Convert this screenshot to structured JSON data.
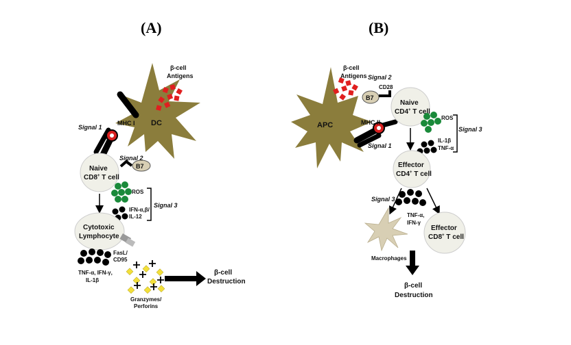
{
  "panel_a": {
    "title": "(A)",
    "dc_label": "DC",
    "antigens_line1": "β-cell",
    "antigens_line2": "Antigens",
    "signal1": "Signal 1",
    "mhc": "MHC I",
    "signal2": "Signal 2",
    "b7": "B7",
    "naive_line1": "Naive",
    "naive_line2": "CD8",
    "naive_line2_sup": "+",
    "naive_line2_tail": " T cell",
    "ros": "ROS",
    "ifn_line1": "IFN-α,β/",
    "ifn_line2": "IL-12",
    "signal3": "Signal 3",
    "ctl_line1": "Cytotoxic",
    "ctl_line2": "Lymphocyte",
    "fasl_line1": "FasL/",
    "fasl_line2": "CD95",
    "cyto_line1": "TNF-α, IFN-γ,",
    "cyto_line2": "IL-1β",
    "granz_line1": "Granzymes/",
    "granz_line2": "Perforins",
    "destr_line1": "β-cell",
    "destr_line2": "Destruction"
  },
  "panel_b": {
    "title": "(B)",
    "apc_label": "APC",
    "antigens_line1": "β-cell",
    "antigens_line2": "Antigens",
    "signal2": "Signal 2",
    "cd28": "CD28",
    "b7": "B7",
    "mhc": "MHC II",
    "signal1": "Signal 1",
    "naive_line1": "Naive",
    "naive_line2": "CD4",
    "naive_line2_sup": "+",
    "naive_line2_tail": " T cell",
    "ros": "ROS",
    "il1b": "IL-1β",
    "tnfa": "TNF-α",
    "signal3_right": "Signal 3",
    "effector_line1": "Effector",
    "effector_line2": "CD4",
    "effector_line2_sup": "+",
    "effector_line2_tail": " T cell",
    "signal3_left": "Signal 3",
    "tnf_ifn_line1": "TNF-α,",
    "tnf_ifn_line2": "IFN-γ",
    "macrophages": "Macrophages",
    "eff8_line1": "Effector",
    "eff8_line2": "CD8",
    "eff8_line2_sup": "+",
    "eff8_line2_tail": " T cell",
    "destr_line1": "β-cell",
    "destr_line2": "Destruction"
  },
  "colors": {
    "dc_fill": "#8b7d3c",
    "antigen_red": "#e01f1f",
    "cell_fill": "#f0f0e8",
    "ros_green": "#1a8a3a",
    "cytokine_black": "#000000",
    "granzyme_yellow": "#f3e03a",
    "macrophage_fill": "#d8cfb4",
    "mhc_red": "#d91f1f"
  }
}
